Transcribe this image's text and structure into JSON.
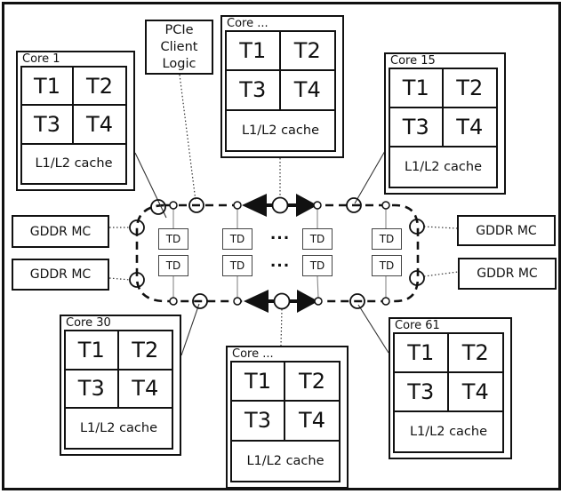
{
  "cores": [
    {
      "id": "core-1",
      "label": "Core 1",
      "threads": [
        "T1",
        "T2",
        "T3",
        "T4"
      ],
      "cache": "L1/L2 cache"
    },
    {
      "id": "core-top-middle",
      "label": "Core ...",
      "threads": [
        "T1",
        "T2",
        "T3",
        "T4"
      ],
      "cache": "L1/L2 cache"
    },
    {
      "id": "core-15",
      "label": "Core 15",
      "threads": [
        "T1",
        "T2",
        "T3",
        "T4"
      ],
      "cache": "L1/L2 cache"
    },
    {
      "id": "core-30",
      "label": "Core 30",
      "threads": [
        "T1",
        "T2",
        "T3",
        "T4"
      ],
      "cache": "L1/L2 cache"
    },
    {
      "id": "core-bottom-middle",
      "label": "Core ...",
      "threads": [
        "T1",
        "T2",
        "T3",
        "T4"
      ],
      "cache": "L1/L2 cache"
    },
    {
      "id": "core-61",
      "label": "Core 61",
      "threads": [
        "T1",
        "T2",
        "T3",
        "T4"
      ],
      "cache": "L1/L2 cache"
    }
  ],
  "pcie": {
    "lines": [
      "PCIe",
      "Client",
      "Logic"
    ]
  },
  "gddr_mcs": [
    "GDDR MC",
    "GDDR MC",
    "GDDR MC",
    "GDDR MC"
  ],
  "tag_directory": {
    "label": "TD"
  },
  "ring": {
    "ellipsis": "..."
  },
  "colors": {
    "line": "#111111",
    "td_border": "#444444",
    "td_link": "#888888",
    "background": "#ffffff"
  }
}
